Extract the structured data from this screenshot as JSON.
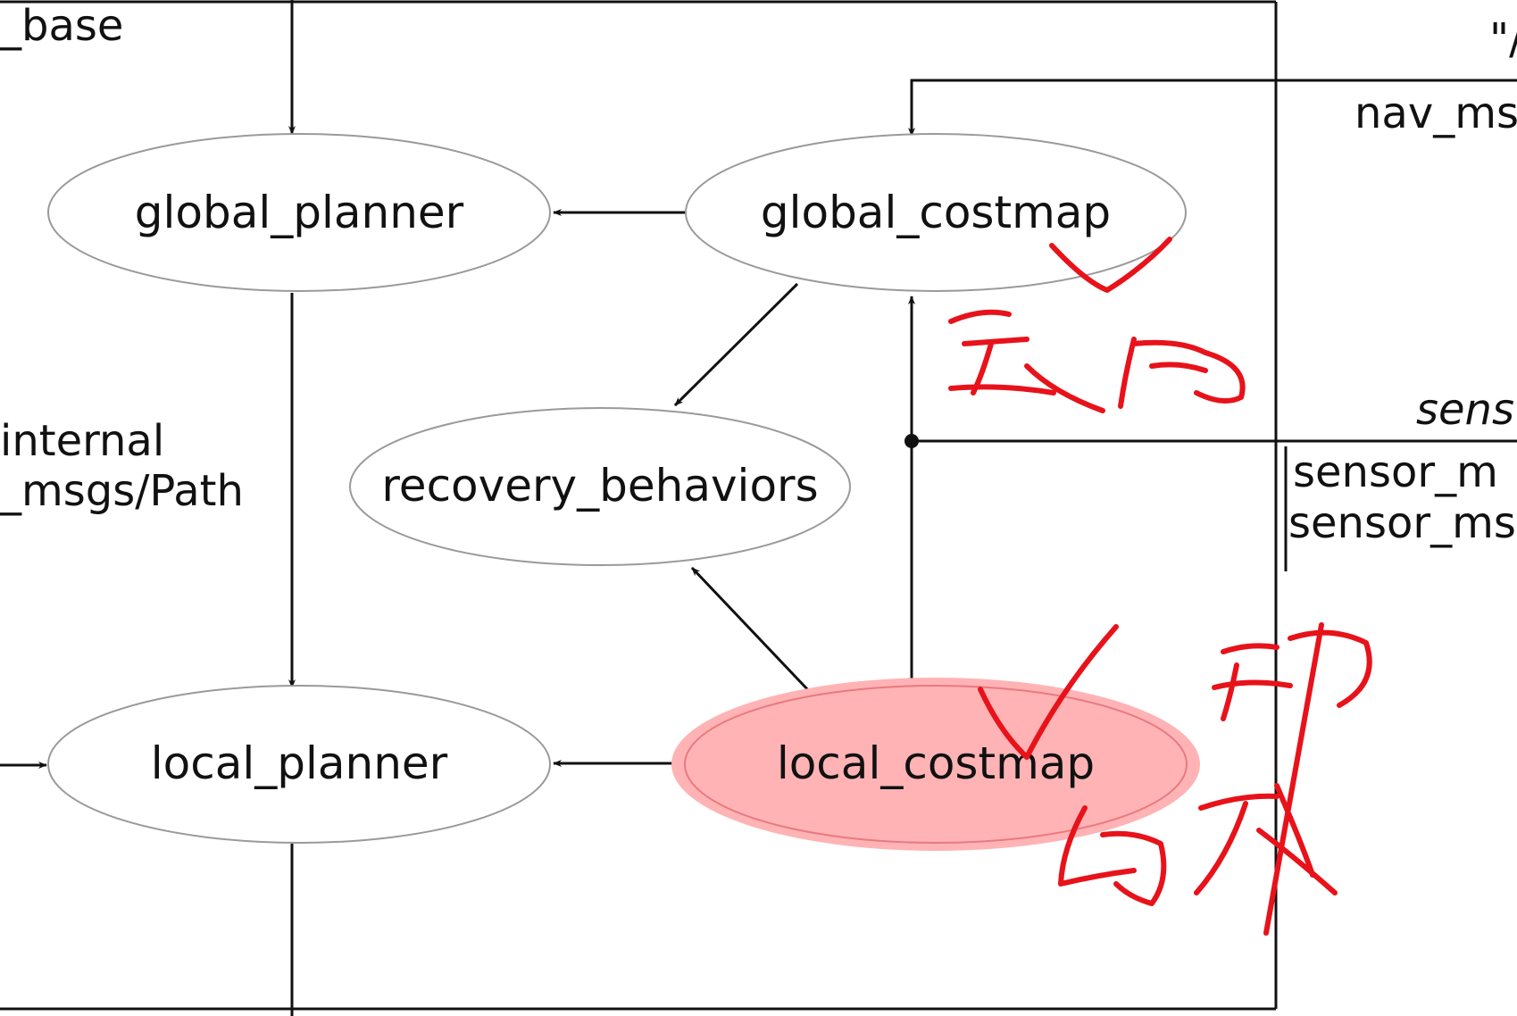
{
  "nodes": {
    "global_planner": "global_planner",
    "global_costmap": "global_costmap",
    "recovery_behaviors": "recovery_behaviors",
    "local_planner": "local_planner",
    "local_costmap": "local_costmap"
  },
  "edge_labels": {
    "top_left": "_base",
    "left_internal": "internal",
    "left_path": "_msgs/Path",
    "top_right_quote": "\"/",
    "top_right_nav": "nav_ms",
    "right_sensor_italic": "sens",
    "right_sensor_1": "sensor_m",
    "right_sensor_2": "sensor_ms"
  },
  "colors": {
    "highlight_fill": "#ffb3b5",
    "highlight_stroke": "#e87a80",
    "ink": "#e8121a"
  },
  "annotations": {
    "handwritten_1": "全局",
    "handwritten_2": "局部"
  }
}
